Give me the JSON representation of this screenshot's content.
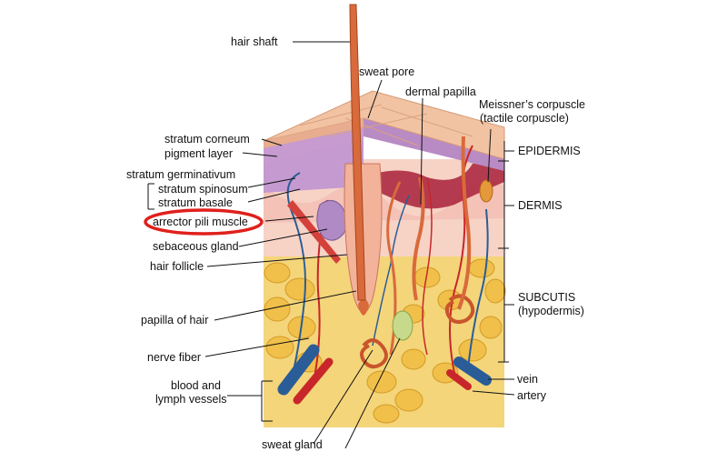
{
  "labels": {
    "hair_shaft": "hair shaft",
    "sweat_pore": "sweat pore",
    "dermal_papilla": "dermal papilla",
    "meissner_1": "Meissner’s corpuscle",
    "meissner_2": "(tactile corpuscle)",
    "stratum_corneum": "stratum corneum",
    "pigment_layer": "pigment layer",
    "stratum_germinativum": "stratum germinativum",
    "stratum_spinosum": "stratum spinosum",
    "stratum_basale": "stratum basale",
    "arrector_pili": "arrector pili muscle",
    "sebaceous_gland": "sebaceous gland",
    "hair_follicle": "hair follicle",
    "papilla_of_hair": "papilla of hair",
    "nerve_fiber": "nerve fiber",
    "blood_lymph_1": "blood and",
    "blood_lymph_2": "lymph vessels",
    "sweat_gland": "sweat gland",
    "epidermis": "EPIDERMIS",
    "dermis": "DERMIS",
    "subcutis_1": "SUBCUTIS",
    "subcutis_2": "(hypodermis)",
    "vein": "vein",
    "artery": "artery"
  },
  "colors": {
    "highlight": "#e0201c",
    "surface": "#f2c3a3",
    "epidermis": "#b98bc4",
    "dermis": "#f7cfc3",
    "fat": "#f0c64a",
    "hair": "#d96a3b",
    "vein": "#2a5d97",
    "artery": "#c8262a"
  }
}
